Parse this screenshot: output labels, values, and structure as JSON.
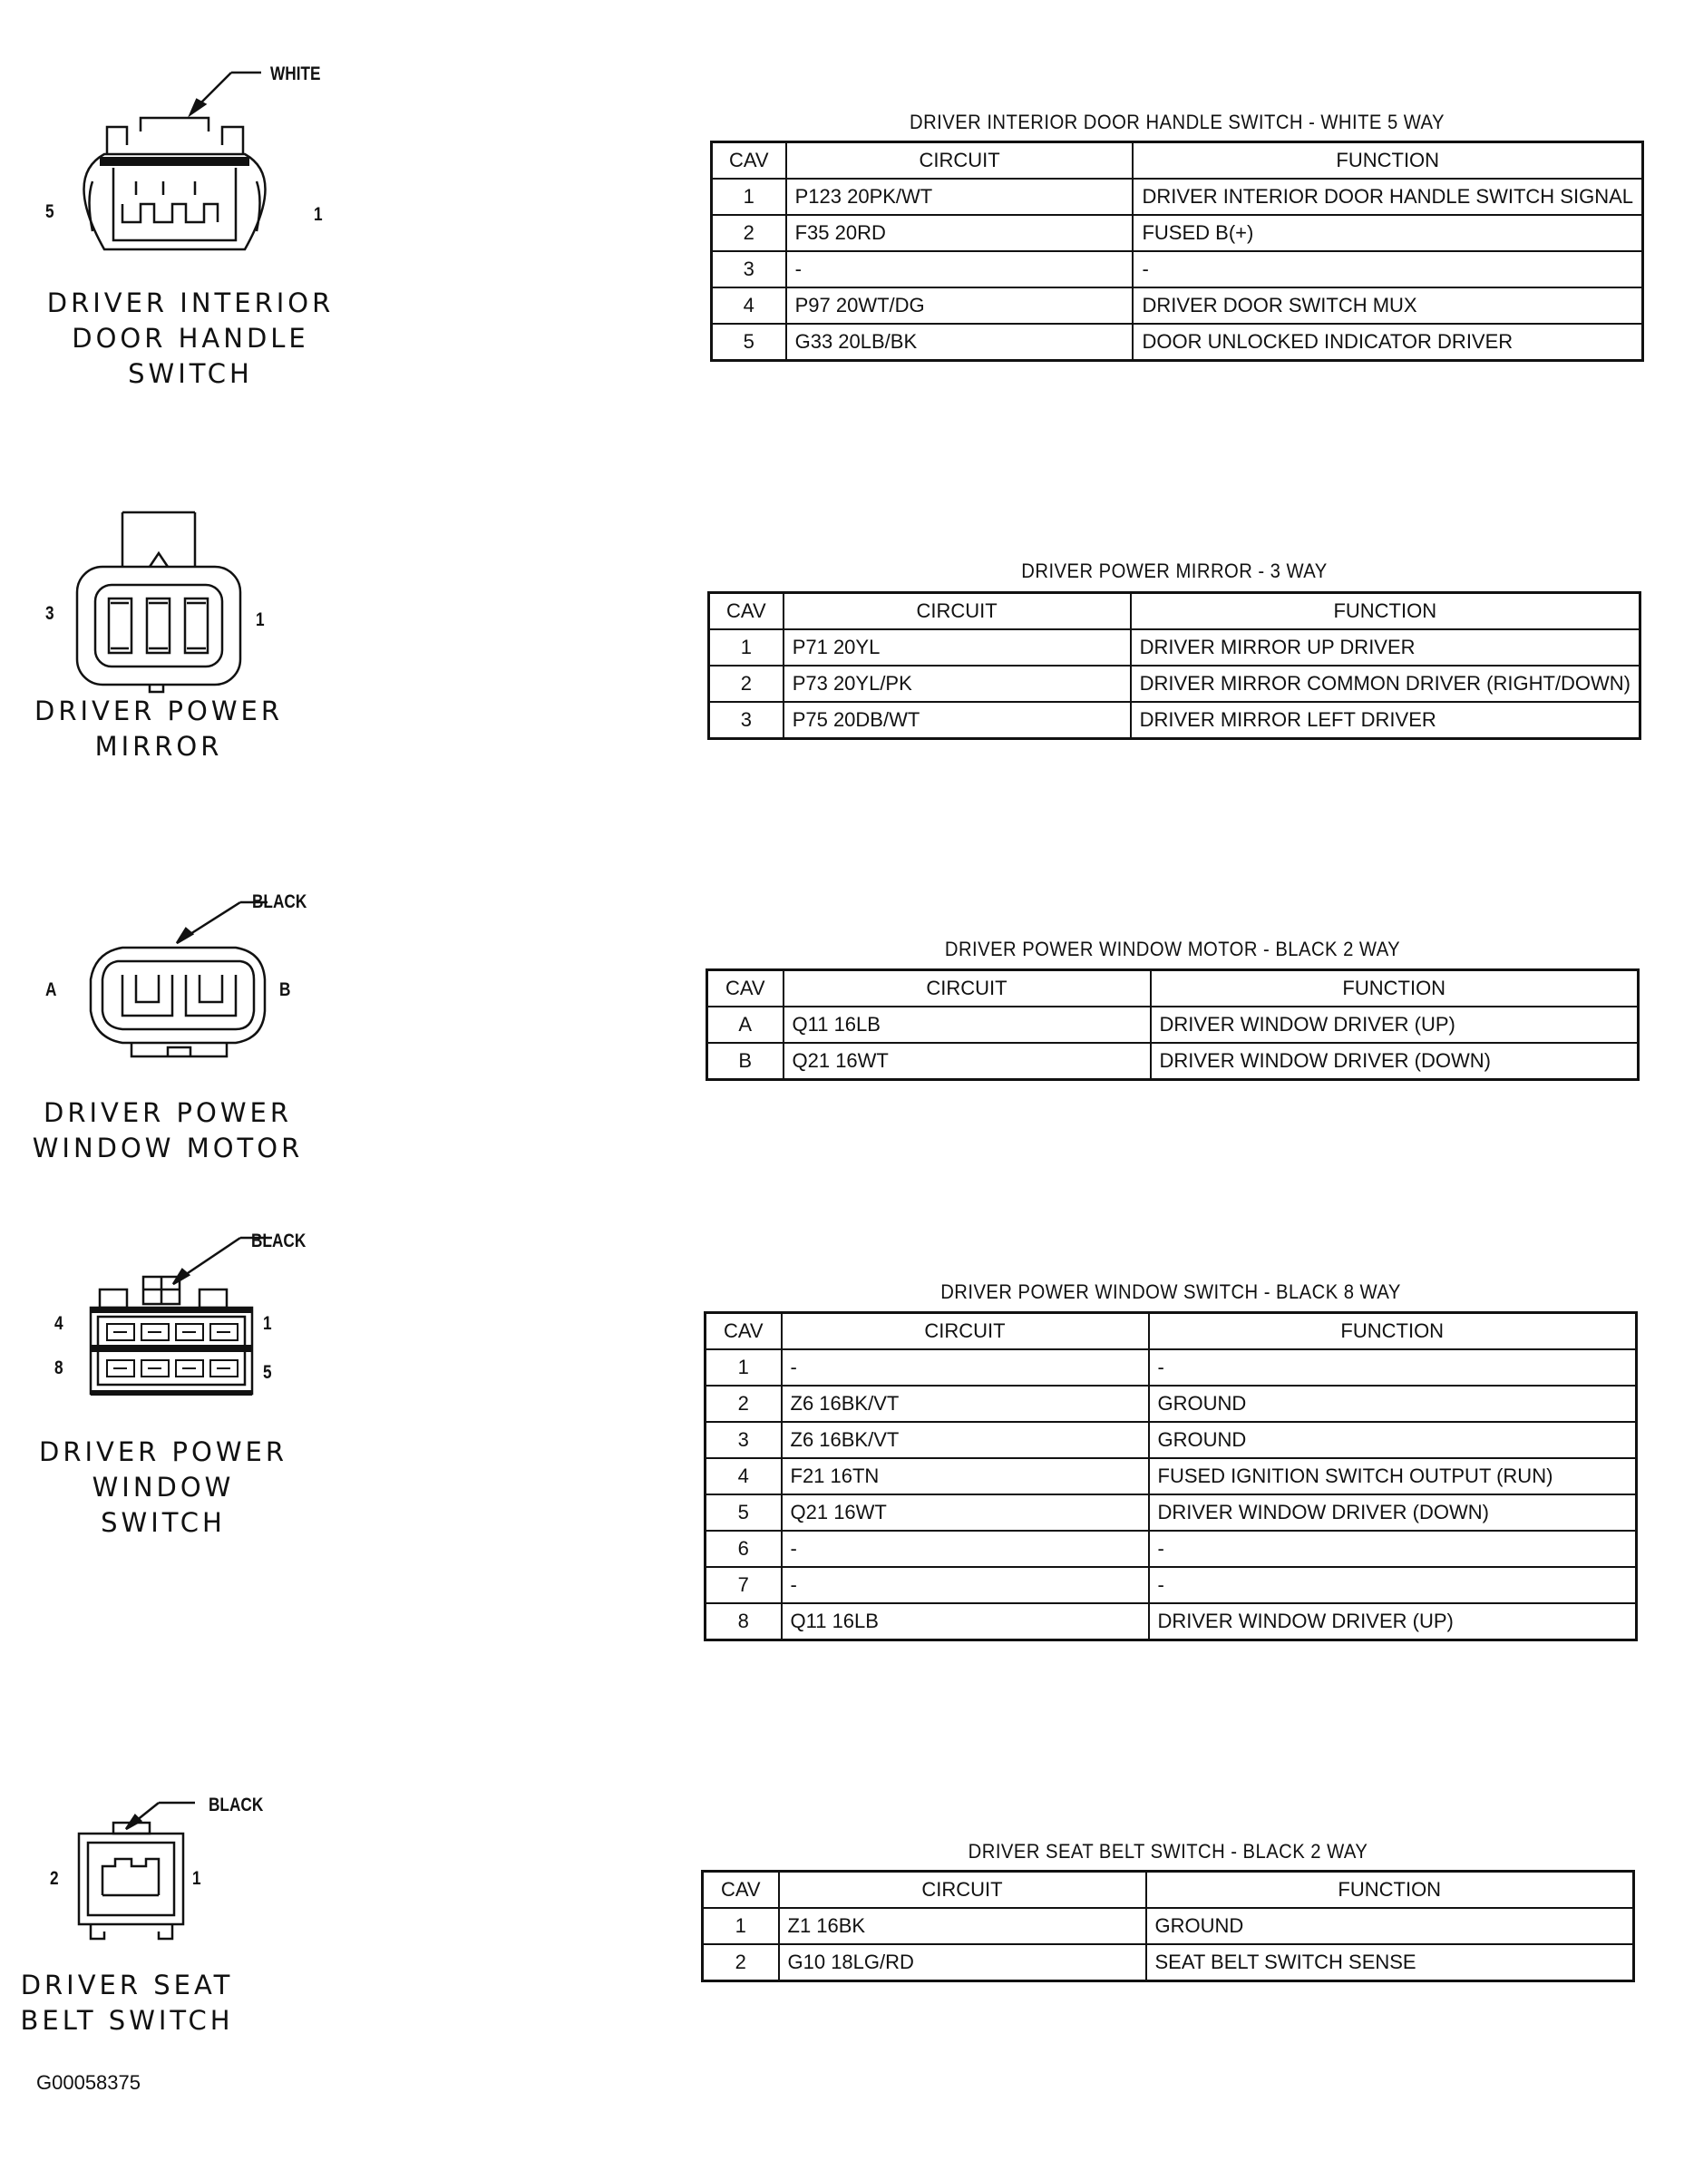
{
  "connectors": [
    {
      "name_lines": [
        "DRIVER INTERIOR",
        "DOOR HANDLE",
        "SWITCH"
      ],
      "color": "WHITE",
      "pins": [
        "5",
        "1"
      ],
      "table_title": "DRIVER INTERIOR DOOR HANDLE SWITCH - WHITE 5 WAY",
      "headers": [
        "CAV",
        "CIRCUIT",
        "FUNCTION"
      ],
      "rows": [
        [
          "1",
          "P123 20PK/WT",
          "DRIVER INTERIOR DOOR HANDLE SWITCH SIGNAL"
        ],
        [
          "2",
          "F35 20RD",
          "FUSED B(+)"
        ],
        [
          "3",
          "-",
          "-"
        ],
        [
          "4",
          "P97 20WT/DG",
          "DRIVER DOOR SWITCH MUX"
        ],
        [
          "5",
          "G33 20LB/BK",
          "DOOR UNLOCKED INDICATOR DRIVER"
        ]
      ]
    },
    {
      "name_lines": [
        "DRIVER POWER",
        "MIRROR"
      ],
      "color": "",
      "pins": [
        "3",
        "1"
      ],
      "table_title": "DRIVER POWER MIRROR - 3 WAY",
      "headers": [
        "CAV",
        "CIRCUIT",
        "FUNCTION"
      ],
      "rows": [
        [
          "1",
          "P71 20YL",
          "DRIVER MIRROR UP DRIVER"
        ],
        [
          "2",
          "P73 20YL/PK",
          "DRIVER MIRROR COMMON DRIVER (RIGHT/DOWN)"
        ],
        [
          "3",
          "P75 20DB/WT",
          "DRIVER MIRROR LEFT DRIVER"
        ]
      ]
    },
    {
      "name_lines": [
        "DRIVER POWER",
        "WINDOW MOTOR"
      ],
      "color": "BLACK",
      "pins": [
        "A",
        "B"
      ],
      "table_title": "DRIVER POWER WINDOW MOTOR - BLACK 2 WAY",
      "headers": [
        "CAV",
        "CIRCUIT",
        "FUNCTION"
      ],
      "rows": [
        [
          "A",
          "Q11 16LB",
          "DRIVER WINDOW DRIVER (UP)"
        ],
        [
          "B",
          "Q21 16WT",
          "DRIVER WINDOW DRIVER (DOWN)"
        ]
      ]
    },
    {
      "name_lines": [
        "DRIVER POWER",
        "WINDOW SWITCH"
      ],
      "color": "BLACK",
      "pins": [
        "4",
        "1",
        "8",
        "5"
      ],
      "table_title": "DRIVER POWER WINDOW SWITCH - BLACK 8 WAY",
      "headers": [
        "CAV",
        "CIRCUIT",
        "FUNCTION"
      ],
      "rows": [
        [
          "1",
          "-",
          "-"
        ],
        [
          "2",
          "Z6 16BK/VT",
          "GROUND"
        ],
        [
          "3",
          "Z6 16BK/VT",
          "GROUND"
        ],
        [
          "4",
          "F21 16TN",
          "FUSED IGNITION SWITCH OUTPUT (RUN)"
        ],
        [
          "5",
          "Q21 16WT",
          "DRIVER WINDOW DRIVER (DOWN)"
        ],
        [
          "6",
          "-",
          "-"
        ],
        [
          "7",
          "-",
          "-"
        ],
        [
          "8",
          "Q11 16LB",
          "DRIVER WINDOW DRIVER (UP)"
        ]
      ]
    },
    {
      "name_lines": [
        "DRIVER SEAT",
        "BELT SWITCH"
      ],
      "color": "BLACK",
      "pins": [
        "2",
        "1"
      ],
      "table_title": "DRIVER SEAT BELT SWITCH - BLACK 2 WAY",
      "headers": [
        "CAV",
        "CIRCUIT",
        "FUNCTION"
      ],
      "rows": [
        [
          "1",
          "Z1 16BK",
          "GROUND"
        ],
        [
          "2",
          "G10 18LG/RD",
          "SEAT BELT SWITCH SENSE"
        ]
      ]
    }
  ],
  "figure_ref": "G00058375"
}
